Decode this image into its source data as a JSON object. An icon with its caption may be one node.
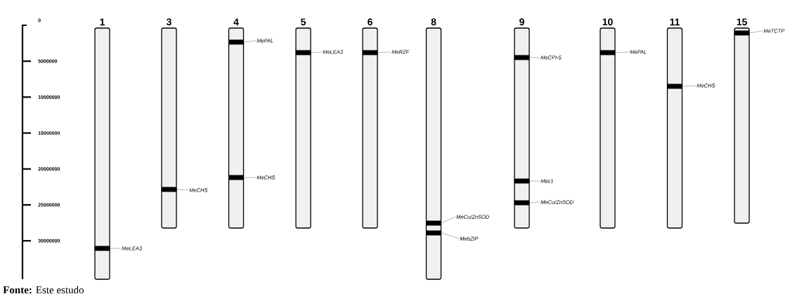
{
  "diagram": {
    "caption": "**Fonte:** Este estudo",
    "nodes": [
      {
        "text": [
          "1"
        ]
      },
      {
        "text": [],
        "shape": "bar",
        "in": 0
      },
      {
        "text": [
          "MeLEA3"
        ]
      },
      {
        "text": [
          "3"
        ]
      },
      {
        "text": [],
        "shape": "bar",
        "in": 3
      },
      {
        "text": [
          "MeCHS"
        ]
      },
      {
        "text": [
          "4"
        ]
      },
      {
        "text": [],
        "shape": "bar",
        "in": 6
      },
      {
        "text": [],
        "shape": "bar",
        "in": 6
      },
      {
        "text": [
          "MePAL"
        ]
      },
      {
        "text": [
          "MeCHS"
        ]
      },
      {
        "text": [
          "5"
        ]
      },
      {
        "text": [],
        "shape": "bar",
        "in": 11
      },
      {
        "text": [
          "MeLEA3"
        ]
      },
      {
        "text": [
          "6"
        ]
      },
      {
        "text": [],
        "shape": "bar",
        "in": 14
      },
      {
        "text": [
          "MeRZF"
        ]
      },
      {
        "text": [
          "8"
        ]
      },
      {
        "text": [],
        "shape": "bar",
        "in": 17
      },
      {
        "text": [],
        "shape": "bar",
        "in": 17
      },
      {
        "text": [
          "MeCu/ZnSOD"
        ]
      },
      {
        "text": [
          "MebZIP"
        ]
      },
      {
        "text": [
          "9"
        ]
      },
      {
        "text": [],
        "shape": "bar",
        "in": 22
      },
      {
        "text": [],
        "shape": "bar",
        "in": 22
      },
      {
        "text": [],
        "shape": "bar",
        "in": 22
      },
      {
        "text": [
          "MeCPI-5"
        ]
      },
      {
        "text": [
          "Mec1"
        ]
      },
      {
        "text": [
          "MeCu/ZnSOD"
        ]
      },
      {
        "text": [
          "10"
        ]
      },
      {
        "text": [],
        "shape": "bar",
        "in": 29
      },
      {
        "text": [
          "MePAL"
        ]
      },
      {
        "text": [
          "11"
        ]
      },
      {
        "text": [],
        "shape": "bar",
        "in": 32
      },
      {
        "text": [
          "MeCHS"
        ]
      },
      {
        "text": [
          "15"
        ]
      },
      {
        "text": [],
        "shape": "bar",
        "in": 35
      },
      {
        "text": [
          "MeTCTP"
        ]
      }
    ],
    "edges": [
      {
        "from": 2,
        "to": 1,
        "arrow": "none"
      },
      {
        "from": 5,
        "to": 4,
        "arrow": "none"
      },
      {
        "from": 9,
        "to": 7,
        "arrow": "none"
      },
      {
        "from": 10,
        "to": 8,
        "arrow": "none"
      },
      {
        "from": 13,
        "to": 12,
        "arrow": "none"
      },
      {
        "from": 16,
        "to": 15,
        "arrow": "none"
      },
      {
        "from": 20,
        "to": 18,
        "arrow": "none"
      },
      {
        "from": 21,
        "to": 19,
        "arrow": "none"
      },
      {
        "from": 26,
        "to": 23,
        "arrow": "none"
      },
      {
        "from": 27,
        "to": 24,
        "arrow": "none"
      },
      {
        "from": 28,
        "to": 25,
        "arrow": "none"
      },
      {
        "from": 31,
        "to": 30,
        "arrow": "none"
      },
      {
        "from": 34,
        "to": 33,
        "arrow": "none"
      },
      {
        "from": 37,
        "to": 36,
        "arrow": "none"
      }
    ],
    "labels": [
      "0",
      "5000000",
      "10000000",
      "15000000",
      "20000000",
      "25000000",
      "30000000"
    ]
  }
}
